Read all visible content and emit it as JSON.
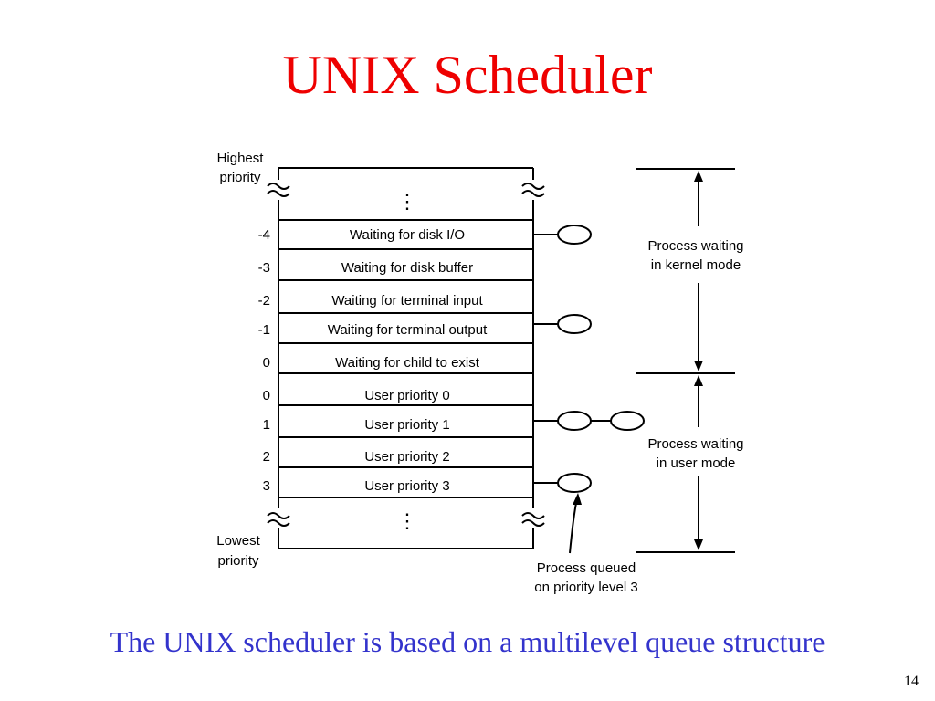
{
  "slide": {
    "title": "UNIX Scheduler",
    "caption": "The UNIX scheduler is based on a multilevel queue structure",
    "page_number": "14"
  },
  "diagram": {
    "top_label_line1": "Highest",
    "top_label_line2": "priority",
    "bottom_label_line1": "Lowest",
    "bottom_label_line2": "priority",
    "ellipsis": "⋮",
    "levels": [
      {
        "priority": "-4",
        "label": "Waiting for disk I/O"
      },
      {
        "priority": "-3",
        "label": "Waiting for disk buffer"
      },
      {
        "priority": "-2",
        "label": "Waiting for terminal input"
      },
      {
        "priority": "-1",
        "label": "Waiting for terminal output"
      },
      {
        "priority": "0",
        "label": "Waiting for child to exist"
      },
      {
        "priority": "0",
        "label": "User priority 0"
      },
      {
        "priority": "1",
        "label": "User priority 1"
      },
      {
        "priority": "2",
        "label": "User priority 2"
      },
      {
        "priority": "3",
        "label": "User priority 3"
      }
    ],
    "kernel_mode_line1": "Process waiting",
    "kernel_mode_line2": "in kernel mode",
    "user_mode_line1": "Process waiting",
    "user_mode_line2": "in user mode",
    "queued_line1": "Process queued",
    "queued_line2": "on priority level 3"
  }
}
